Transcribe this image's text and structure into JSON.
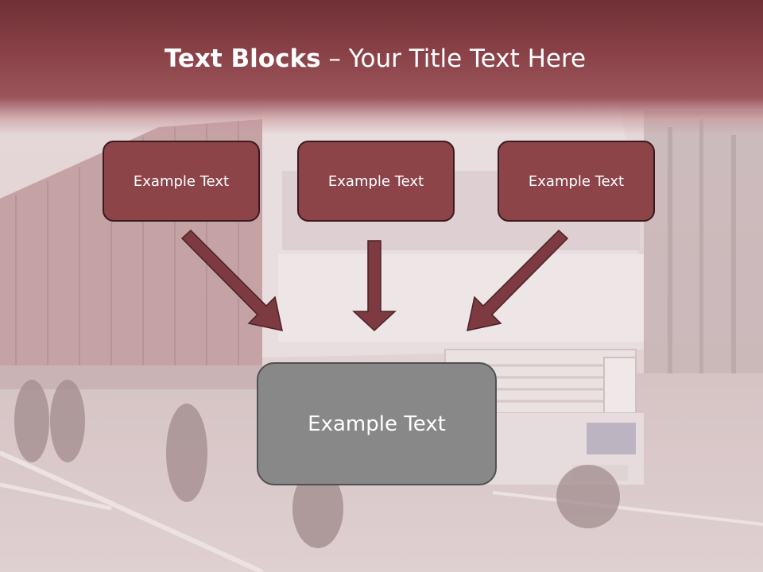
{
  "slide": {
    "title_bold": "Text Blocks",
    "title_rest": " – Your Title Text Here",
    "boxes": [
      {
        "label": "Example Text"
      },
      {
        "label": "Example Text"
      },
      {
        "label": "Example Text"
      }
    ],
    "center_box": {
      "label": "Example Text"
    }
  },
  "colors": {
    "title_band": "#8a4248",
    "box_fill": "#8c4449",
    "box_border": "#3a1a1d",
    "arrow": "#7d3a40",
    "center_box_fill": "#888888"
  },
  "background": {
    "subject": "white semi-truck with container trailer on a road"
  }
}
